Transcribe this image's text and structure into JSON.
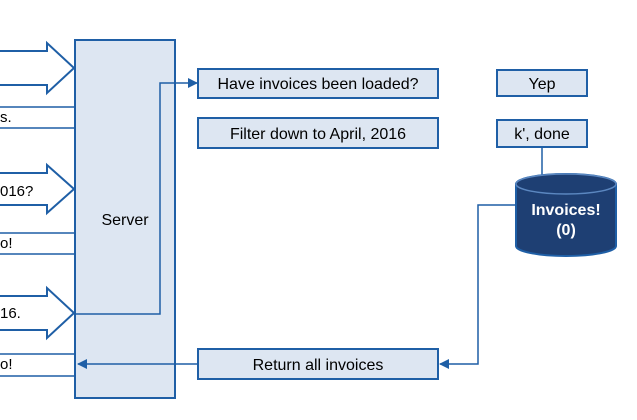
{
  "server": {
    "label": "Server"
  },
  "left_messages": {
    "row1": "s.",
    "row2": "016?",
    "row3": "o!",
    "row4": "16.",
    "row5": "o!"
  },
  "boxes": {
    "have_invoices": "Have invoices been loaded?",
    "filter": "Filter down to April, 2016",
    "yep": "Yep",
    "k_done": "k', done",
    "return_all": "Return all invoices"
  },
  "database": {
    "line1": "Invoices!",
    "line2": "(0)"
  },
  "colors": {
    "stroke": "#1f5fa6",
    "box_fill": "#dde6f2",
    "db_fill": "#1e3f73",
    "db_text": "#ffffff",
    "text": "#000000"
  }
}
